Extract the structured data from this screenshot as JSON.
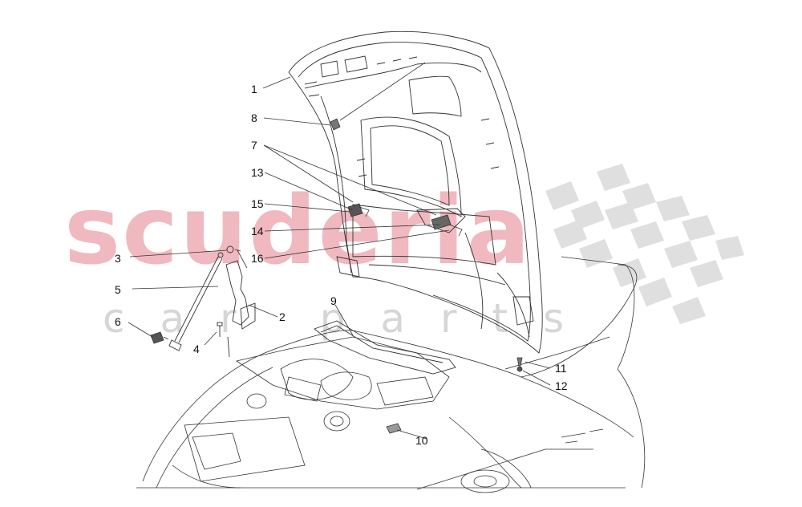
{
  "watermark": {
    "main": "scuderia",
    "sub": "car parts",
    "accent_color": "#e8909b"
  },
  "labels": [
    {
      "id": "1",
      "text": "1"
    },
    {
      "id": "2",
      "text": "2"
    },
    {
      "id": "3",
      "text": "3"
    },
    {
      "id": "4",
      "text": "4"
    },
    {
      "id": "5",
      "text": "5"
    },
    {
      "id": "6",
      "text": "6"
    },
    {
      "id": "7",
      "text": "7"
    },
    {
      "id": "8",
      "text": "8"
    },
    {
      "id": "9",
      "text": "9"
    },
    {
      "id": "10",
      "text": "10"
    },
    {
      "id": "11",
      "text": "11"
    },
    {
      "id": "12",
      "text": "12"
    },
    {
      "id": "13",
      "text": "13"
    },
    {
      "id": "14",
      "text": "14"
    },
    {
      "id": "15",
      "text": "15"
    },
    {
      "id": "16",
      "text": "16"
    }
  ]
}
